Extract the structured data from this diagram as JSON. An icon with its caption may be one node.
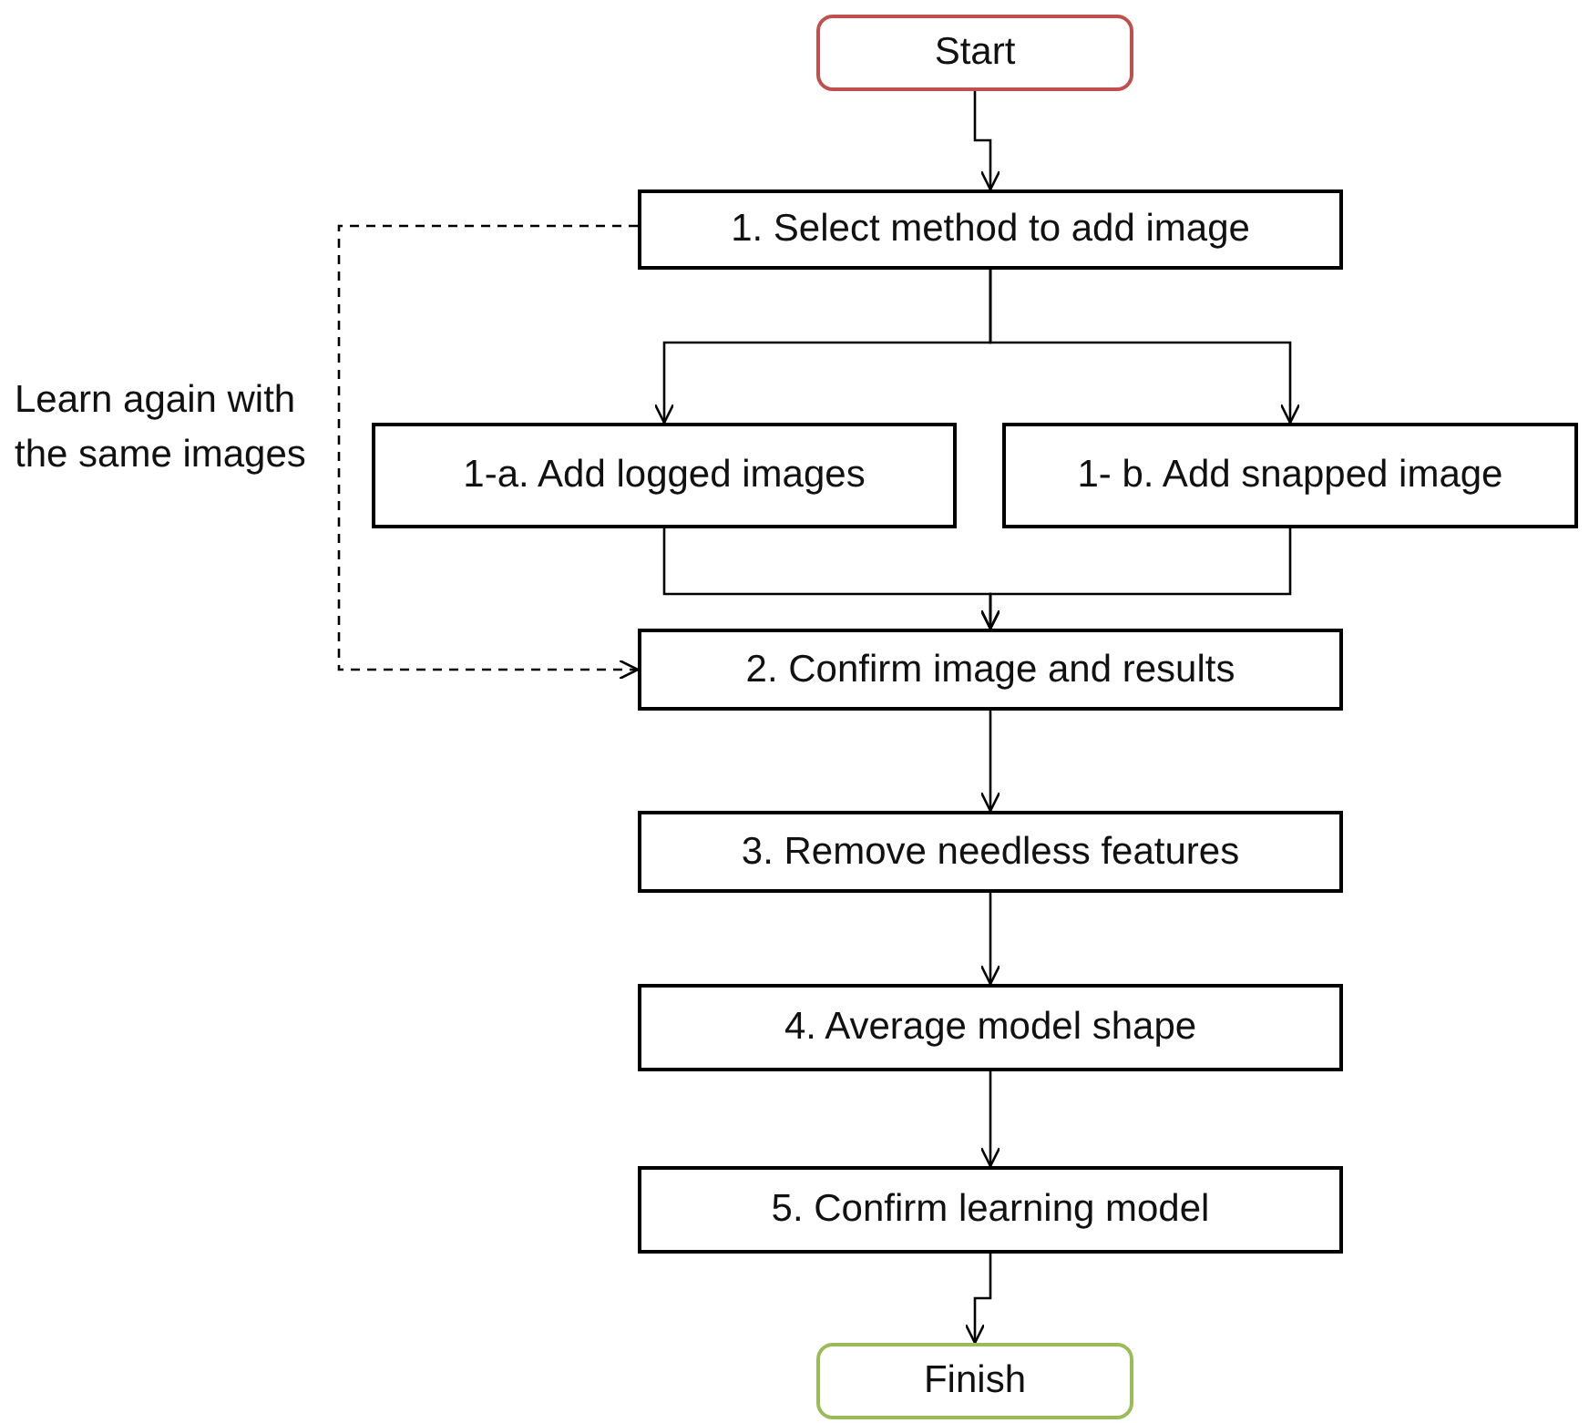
{
  "diagram": {
    "nodes": [
      {
        "text": [
          "Start"
        ]
      },
      {
        "text": [
          "1. Select method to add image"
        ]
      },
      {
        "text": [
          "1-a. Add logged images"
        ]
      },
      {
        "text": [
          "1- b. Add snapped image"
        ]
      },
      {
        "text": [
          "2. Confirm image and results"
        ]
      },
      {
        "text": [
          "3. Remove needless features"
        ]
      },
      {
        "text": [
          "4. Average model shape"
        ]
      },
      {
        "text": [
          "5. Confirm learning model"
        ]
      },
      {
        "text": [
          "Finish"
        ]
      }
    ],
    "edges": [
      {
        "from": 0,
        "to": 1,
        "arrow": "to"
      },
      {
        "from": 1,
        "to": 2,
        "arrow": "to"
      },
      {
        "from": 1,
        "to": 3,
        "arrow": "to"
      },
      {
        "from": 2,
        "to": 4,
        "arrow": "to"
      },
      {
        "from": 3,
        "to": 4,
        "arrow": "to"
      },
      {
        "from": 1,
        "to": 4,
        "arrow": "to",
        "style": "dashed",
        "label": "Learn again with the same images"
      },
      {
        "from": 4,
        "to": 5,
        "arrow": "to"
      },
      {
        "from": 5,
        "to": 6,
        "arrow": "to"
      },
      {
        "from": 6,
        "to": 7,
        "arrow": "to"
      },
      {
        "from": 7,
        "to": 8,
        "arrow": "to"
      }
    ]
  }
}
